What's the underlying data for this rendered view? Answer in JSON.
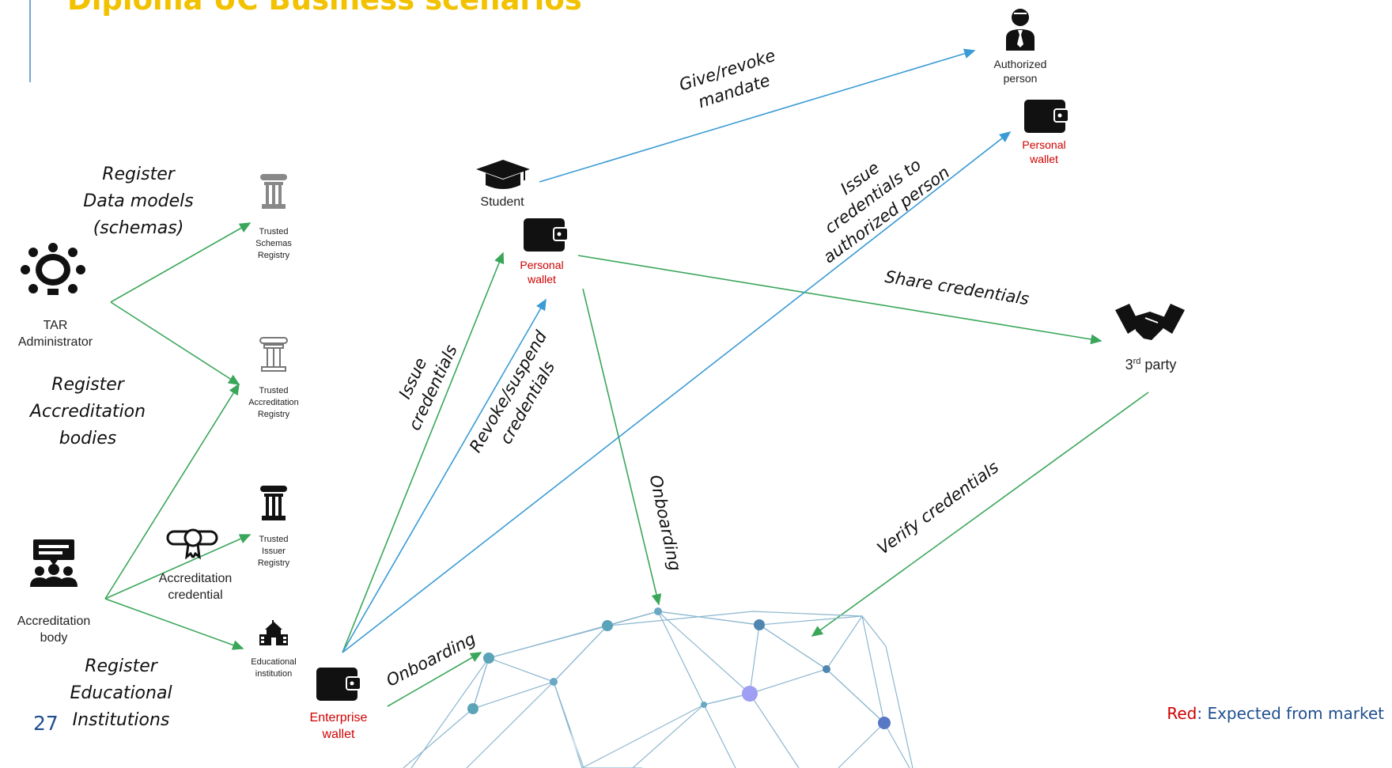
{
  "header": {
    "title": "Diploma UC Business scenarios"
  },
  "page_number": "27",
  "legend": {
    "red_word": "Red",
    "rest": ": Expected from market"
  },
  "actors": {
    "tar_admin": {
      "label_line1": "TAR",
      "label_line2": "Administrator"
    },
    "accreditation_body": {
      "label_line1": "Accreditation",
      "label_line2": "body"
    },
    "student": {
      "label": "Student"
    },
    "authorized_person": {
      "label_line1": "Authorized",
      "label_line2": "person"
    },
    "third_party": {
      "label_pre": "3",
      "label_sup": "rd",
      "label_post": " party"
    }
  },
  "registries": {
    "trusted_schemas": [
      "Trusted",
      "Schemas",
      "Registry"
    ],
    "trusted_accreditation": [
      "Trusted",
      "Accreditation",
      "Registry"
    ],
    "trusted_issuer": [
      "Trusted",
      "Issuer",
      "Registry"
    ],
    "educational_institution": [
      "Educational",
      "institution"
    ]
  },
  "wallets": {
    "student_wallet": [
      "Personal",
      "wallet"
    ],
    "authorized_wallet": [
      "Personal",
      "wallet"
    ],
    "enterprise_wallet": [
      "Enterprise",
      "wallet"
    ]
  },
  "credential": {
    "label_line1": "Accreditation",
    "label_line2": "credential"
  },
  "edge_labels": {
    "register_schemas": [
      "Register",
      "Data models",
      "(schemas)"
    ],
    "register_accreditation": [
      "Register",
      "Accreditation",
      "bodies"
    ],
    "register_educational": [
      "Register",
      "Educational",
      "Institutions"
    ],
    "give_revoke": [
      "Give/revoke",
      "mandate"
    ],
    "issue_to_authorized": [
      "Issue",
      "credentials to",
      "authorized person"
    ],
    "share_credentials": "Share credentials",
    "issue_credentials": [
      "Issue",
      "credentials"
    ],
    "revoke_suspend": [
      "Revoke/suspend",
      "credentials"
    ],
    "onboarding_vertical": "Onboarding",
    "onboarding_diag": "Onboarding",
    "verify_credentials": "Verify credentials"
  },
  "colors": {
    "green_arrow": "#3aa65a",
    "blue_arrow": "#3a9bd5",
    "title": "#f2c200",
    "red_text": "#d00000",
    "legend_blue": "#1f4f8f"
  }
}
